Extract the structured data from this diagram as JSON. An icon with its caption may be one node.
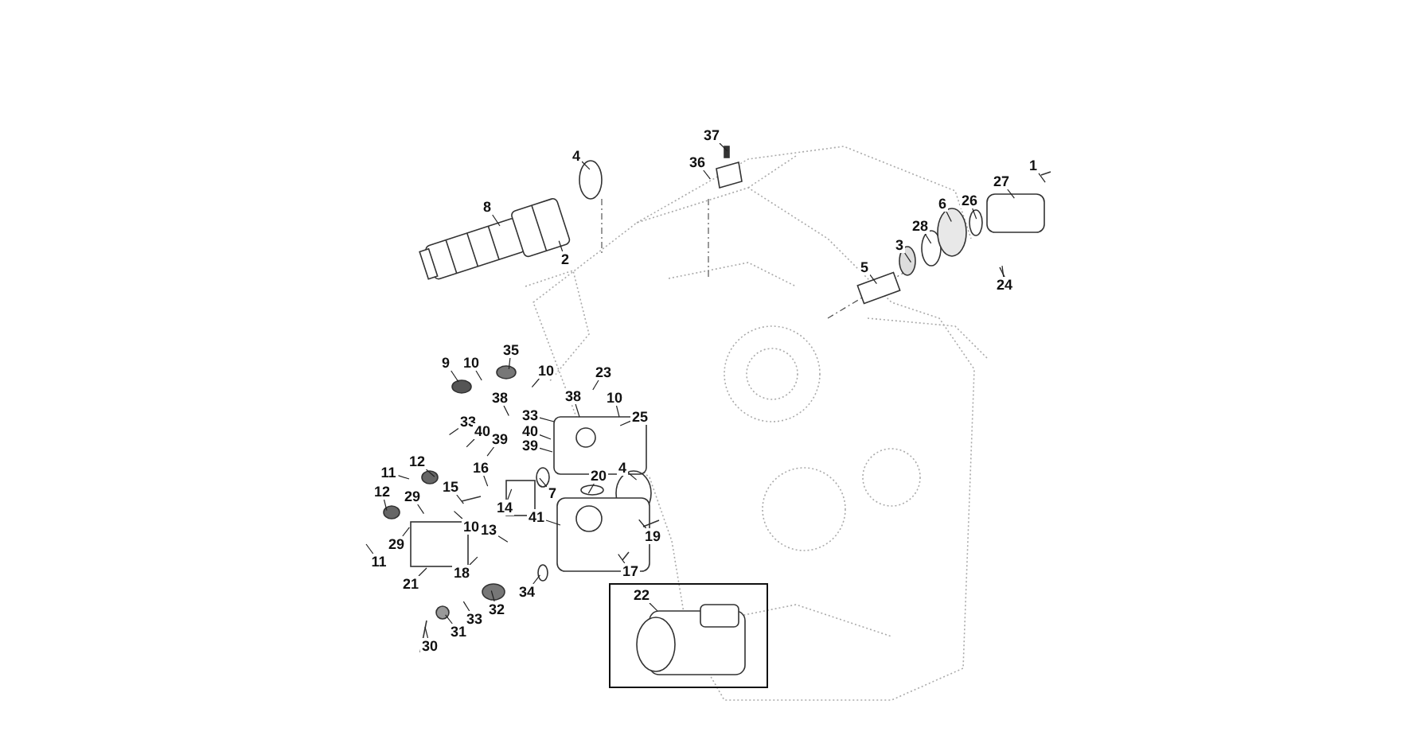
{
  "diagram": {
    "nodes": [
      {
        "text": [
          "37"
        ]
      },
      {
        "text": [
          "4"
        ]
      },
      {
        "text": [
          "36"
        ]
      },
      {
        "text": [
          "1"
        ]
      },
      {
        "text": [
          "27"
        ]
      },
      {
        "text": [
          "26"
        ]
      },
      {
        "text": [
          "6"
        ]
      },
      {
        "text": [
          "8"
        ]
      },
      {
        "text": [
          "28"
        ]
      },
      {
        "text": [
          "3"
        ]
      },
      {
        "text": [
          "2"
        ]
      },
      {
        "text": [
          "5"
        ]
      },
      {
        "text": [
          "24"
        ]
      },
      {
        "text": [
          "35"
        ]
      },
      {
        "text": [
          "9"
        ]
      },
      {
        "text": [
          "10"
        ]
      },
      {
        "text": [
          "10"
        ]
      },
      {
        "text": [
          "23"
        ]
      },
      {
        "text": [
          "10"
        ]
      },
      {
        "text": [
          "38"
        ]
      },
      {
        "text": [
          "38"
        ]
      },
      {
        "text": [
          "33"
        ]
      },
      {
        "text": [
          "25"
        ]
      },
      {
        "text": [
          "33"
        ]
      },
      {
        "text": [
          "40"
        ]
      },
      {
        "text": [
          "40"
        ]
      },
      {
        "text": [
          "39"
        ]
      },
      {
        "text": [
          "39"
        ]
      },
      {
        "text": [
          "12"
        ]
      },
      {
        "text": [
          "16"
        ]
      },
      {
        "text": [
          "4"
        ]
      },
      {
        "text": [
          "11"
        ]
      },
      {
        "text": [
          "20"
        ]
      },
      {
        "text": [
          "15"
        ]
      },
      {
        "text": [
          "12"
        ]
      },
      {
        "text": [
          "7"
        ]
      },
      {
        "text": [
          "29"
        ]
      },
      {
        "text": [
          "14"
        ]
      },
      {
        "text": [
          "41"
        ]
      },
      {
        "text": [
          "10"
        ]
      },
      {
        "text": [
          "13"
        ]
      },
      {
        "text": [
          "19"
        ]
      },
      {
        "text": [
          "29"
        ]
      },
      {
        "text": [
          "11"
        ]
      },
      {
        "text": [
          "17"
        ]
      },
      {
        "text": [
          "18"
        ]
      },
      {
        "text": [
          "21"
        ]
      },
      {
        "text": [
          "34"
        ]
      },
      {
        "text": [
          "22"
        ]
      },
      {
        "text": [
          "32"
        ]
      },
      {
        "text": [
          "33"
        ]
      },
      {
        "text": [
          "31"
        ]
      },
      {
        "text": [
          "30"
        ]
      }
    ],
    "edges": [
      {
        "from": 0,
        "to": null,
        "arrow": "none"
      },
      {
        "from": 1,
        "to": null,
        "arrow": "none"
      },
      {
        "from": 2,
        "to": null,
        "arrow": "none"
      },
      {
        "from": 3,
        "to": null,
        "arrow": "none"
      },
      {
        "from": 4,
        "to": null,
        "arrow": "none"
      },
      {
        "from": 5,
        "to": null,
        "arrow": "none"
      },
      {
        "from": 6,
        "to": null,
        "arrow": "none"
      },
      {
        "from": 7,
        "to": null,
        "arrow": "none"
      },
      {
        "from": 8,
        "to": null,
        "arrow": "none"
      },
      {
        "from": 9,
        "to": null,
        "arrow": "none"
      },
      {
        "from": 10,
        "to": null,
        "arrow": "none"
      },
      {
        "from": 11,
        "to": null,
        "arrow": "none"
      },
      {
        "from": 12,
        "to": null,
        "arrow": "none"
      },
      {
        "from": 13,
        "to": null,
        "arrow": "none"
      },
      {
        "from": 14,
        "to": null,
        "arrow": "none"
      },
      {
        "from": 15,
        "to": null,
        "arrow": "none"
      },
      {
        "from": 16,
        "to": null,
        "arrow": "none"
      },
      {
        "from": 17,
        "to": null,
        "arrow": "none"
      },
      {
        "from": 18,
        "to": null,
        "arrow": "none"
      },
      {
        "from": 19,
        "to": null,
        "arrow": "none"
      },
      {
        "from": 20,
        "to": null,
        "arrow": "none"
      },
      {
        "from": 21,
        "to": null,
        "arrow": "none"
      },
      {
        "from": 22,
        "to": null,
        "arrow": "none"
      },
      {
        "from": 23,
        "to": null,
        "arrow": "none"
      },
      {
        "from": 24,
        "to": null,
        "arrow": "none"
      },
      {
        "from": 25,
        "to": null,
        "arrow": "none"
      },
      {
        "from": 26,
        "to": null,
        "arrow": "none"
      },
      {
        "from": 27,
        "to": null,
        "arrow": "none"
      },
      {
        "from": 28,
        "to": null,
        "arrow": "none"
      },
      {
        "from": 29,
        "to": null,
        "arrow": "none"
      },
      {
        "from": 30,
        "to": null,
        "arrow": "none"
      },
      {
        "from": 31,
        "to": null,
        "arrow": "none"
      },
      {
        "from": 32,
        "to": null,
        "arrow": "none"
      },
      {
        "from": 33,
        "to": null,
        "arrow": "none"
      },
      {
        "from": 34,
        "to": null,
        "arrow": "none"
      },
      {
        "from": 35,
        "to": null,
        "arrow": "none"
      },
      {
        "from": 36,
        "to": null,
        "arrow": "none"
      },
      {
        "from": 37,
        "to": null,
        "arrow": "none"
      },
      {
        "from": 38,
        "to": null,
        "arrow": "none"
      },
      {
        "from": 39,
        "to": null,
        "arrow": "none"
      },
      {
        "from": 40,
        "to": null,
        "arrow": "none"
      },
      {
        "from": 41,
        "to": null,
        "arrow": "none"
      },
      {
        "from": 42,
        "to": null,
        "arrow": "none"
      },
      {
        "from": 43,
        "to": null,
        "arrow": "none"
      },
      {
        "from": 44,
        "to": null,
        "arrow": "none"
      },
      {
        "from": 45,
        "to": null,
        "arrow": "none"
      },
      {
        "from": 46,
        "to": null,
        "arrow": "none"
      },
      {
        "from": 47,
        "to": null,
        "arrow": "none"
      },
      {
        "from": 48,
        "to": null,
        "arrow": "none"
      },
      {
        "from": 49,
        "to": null,
        "arrow": "none"
      },
      {
        "from": 50,
        "to": null,
        "arrow": "none"
      },
      {
        "from": 51,
        "to": null,
        "arrow": "none"
      },
      {
        "from": 52,
        "to": null,
        "arrow": "none"
      }
    ]
  }
}
